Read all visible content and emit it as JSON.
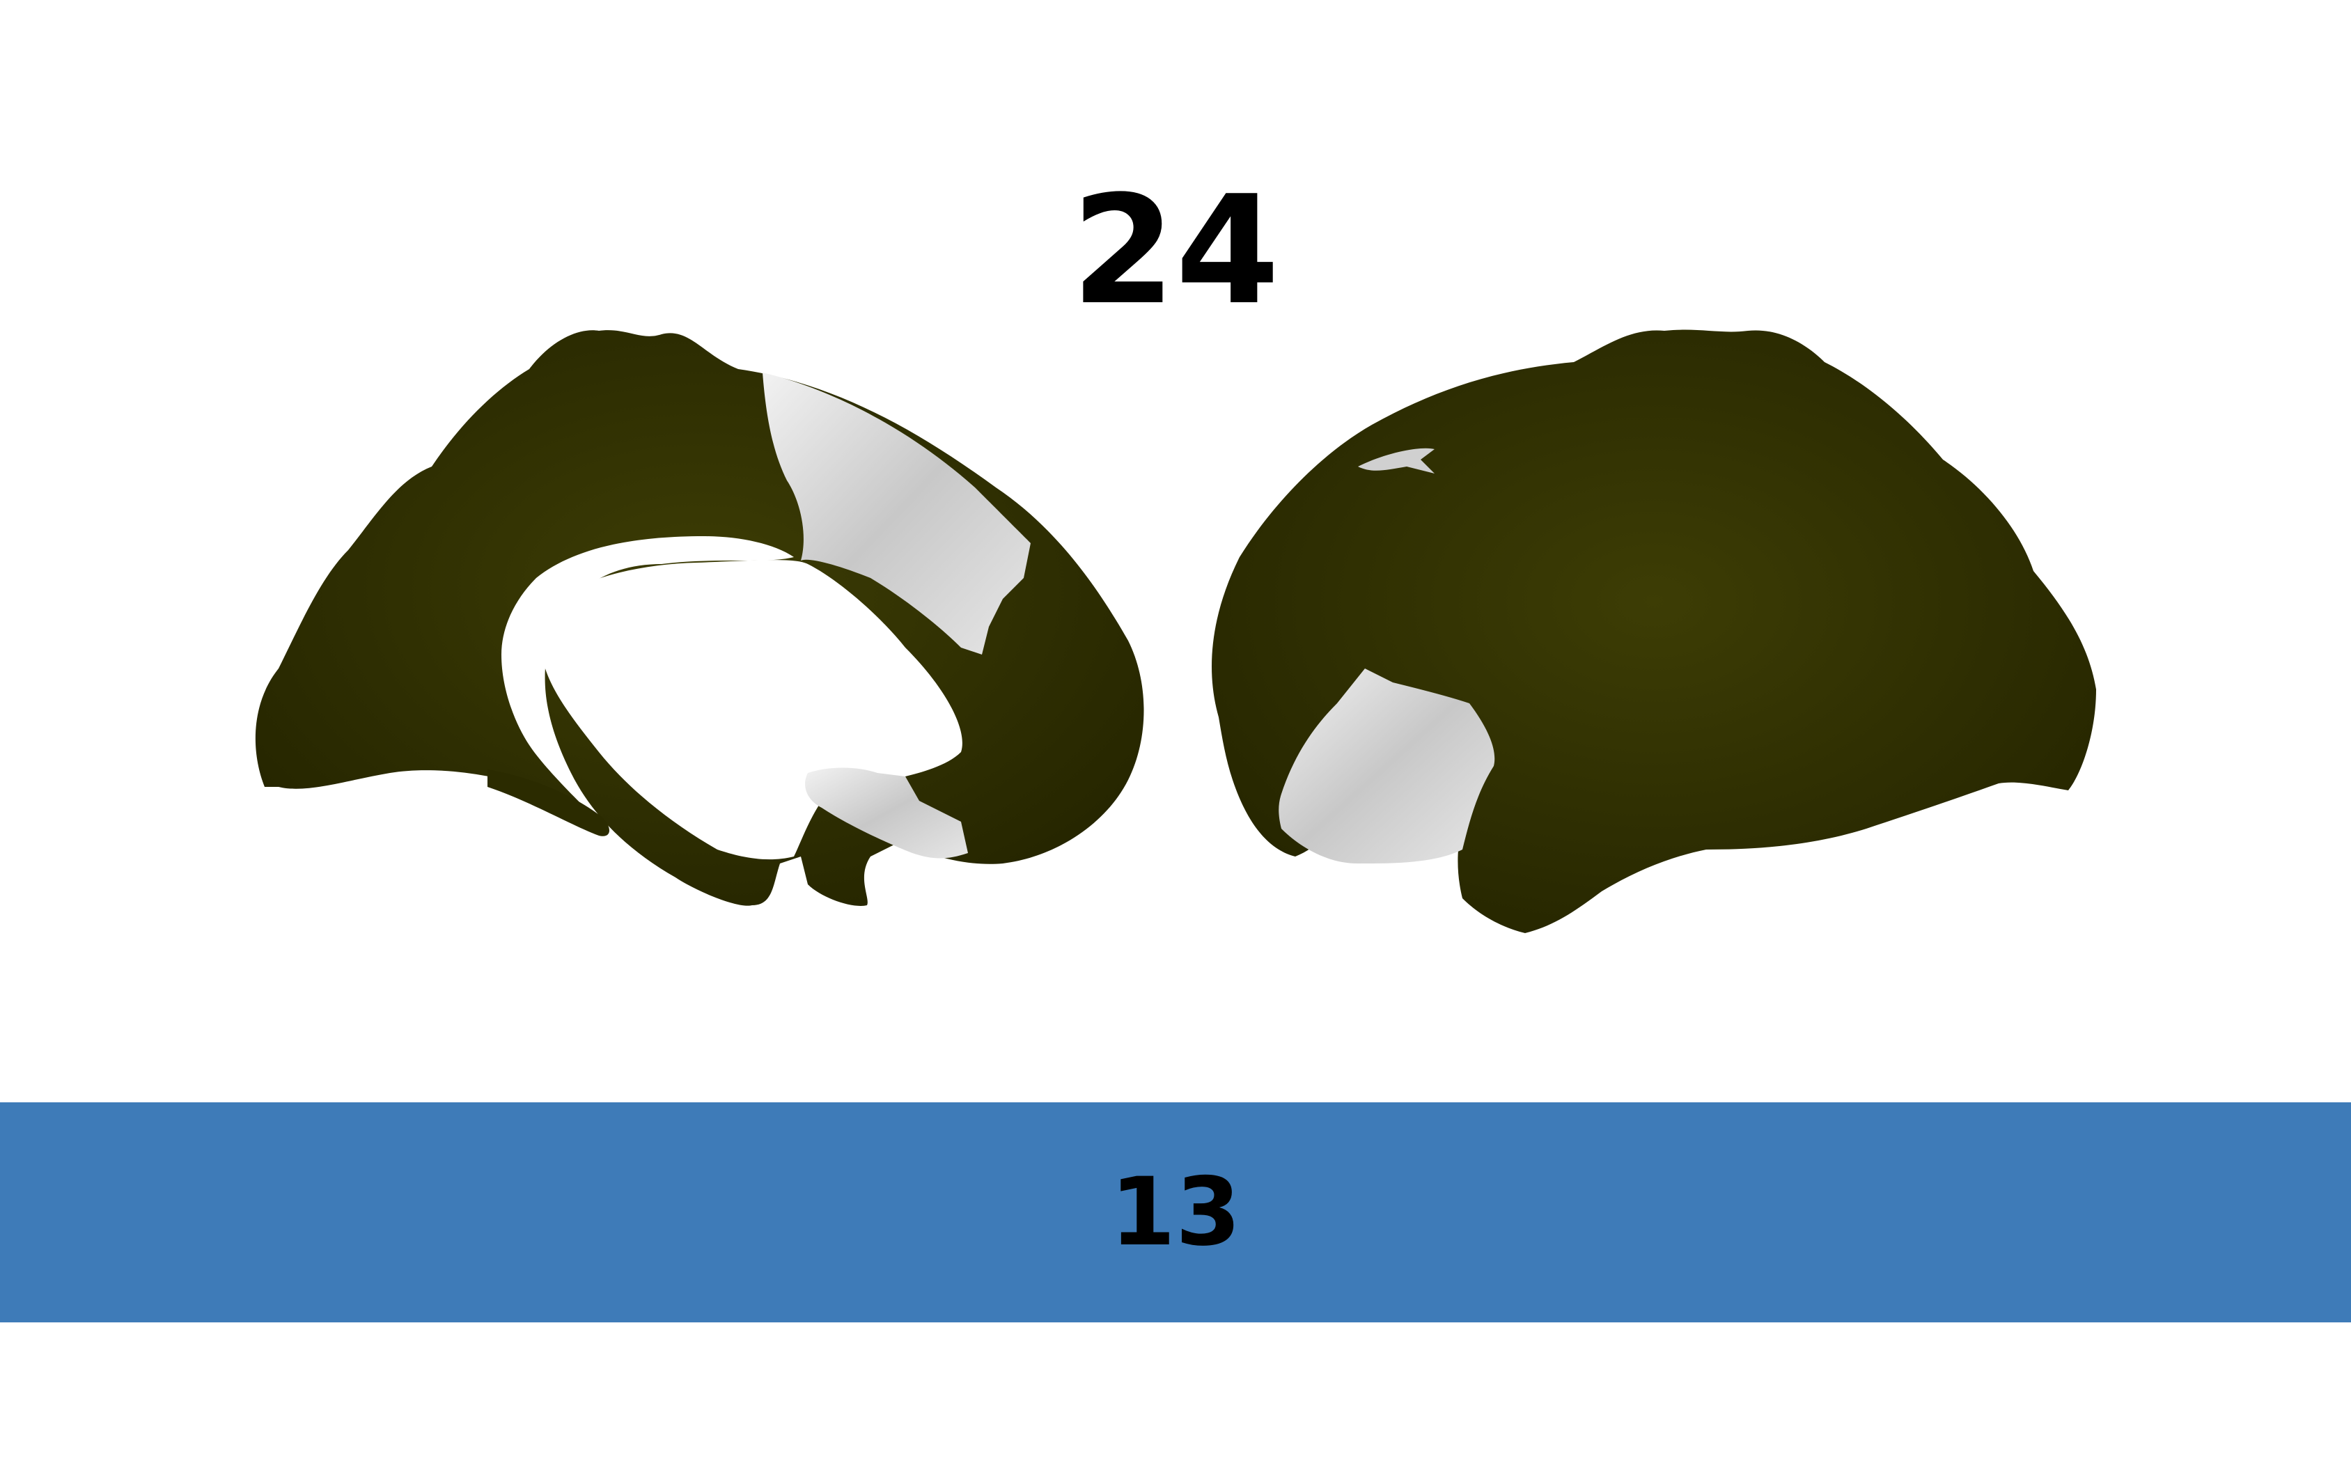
{
  "title": "24",
  "bar": {
    "label": "13",
    "color": "#3e7bb8"
  },
  "colors": {
    "cortex": "#2e2e00",
    "cortex_highlight": "#4a4a08",
    "region": "#d9d9d9",
    "background": "#ffffff"
  },
  "views": [
    {
      "name": "medial",
      "icon": "brain-medial-view-icon"
    },
    {
      "name": "lateral",
      "icon": "brain-lateral-view-icon"
    }
  ]
}
